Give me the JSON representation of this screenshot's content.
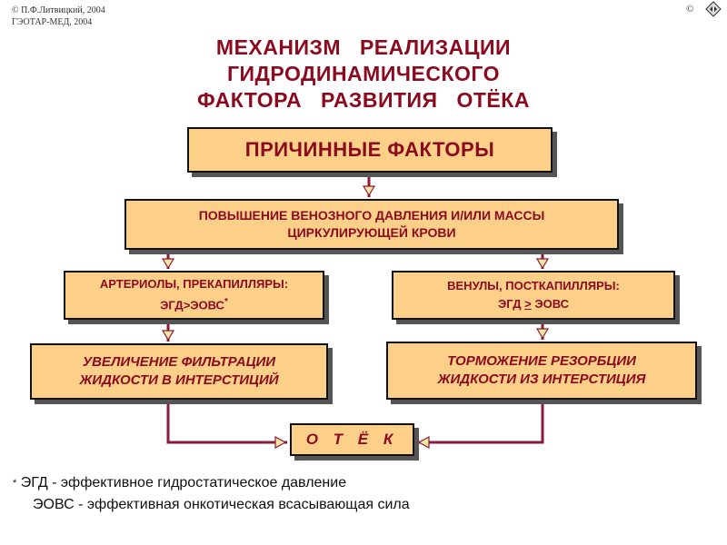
{
  "copyright": {
    "line1": "© П.Ф.Литвицкий, 2004",
    "line2": "ГЭОТАР-МЕД, 2004",
    "symbol": "©"
  },
  "title": {
    "line1": "МЕХАНИЗМ  РЕАЛИЗАЦИИ",
    "line2": "ГИДРОДИНАМИЧЕСКОГО",
    "line3": "ФАКТОРА  РАЗВИТИЯ  ОТЁКА"
  },
  "boxes": {
    "causes": "ПРИЧИННЫЕ  ФАКТОРЫ",
    "venous_line1": "ПОВЫШЕНИЕ  ВЕНОЗНОГО ДАВЛЕНИЯ  И/ИЛИ  МАССЫ",
    "venous_line2": "ЦИРКУЛИРУЮЩЕЙ  КРОВИ",
    "arterioles_line1": "АРТЕРИОЛЫ, ПРЕКАПИЛЛЯРЫ:",
    "arterioles_line2": "ЭГД>ЭОВС",
    "arterioles_star": "*",
    "venules_line1": "ВЕНУЛЫ, ПОСТКАПИЛЛЯРЫ:",
    "venules_line2_a": "ЭГД",
    "venules_line2_op": ">",
    "venules_line2_b": "ЭОВС",
    "filtration_line1": "УВЕЛИЧЕНИЕ  ФИЛЬТРАЦИИ",
    "filtration_line2": "ЖИДКОСТИ  В  ИНТЕРСТИЦИЙ",
    "resorption_line1": "ТОРМОЖЕНИЕ РЕЗОРБЦИИ",
    "resorption_line2": "ЖИДКОСТИ ИЗ ИНТЕРСТИЦИЯ",
    "edema": "О Т Ё К"
  },
  "footnote": {
    "star": "*",
    "line1": "ЭГД - эффективное гидростатическое давление",
    "line2": "ЭОВС - эффективная онкотическая всасывающая сила"
  },
  "colors": {
    "box_fill": "#fdd08a",
    "text_accent": "#8b0a1e",
    "connector": "#8b1a3a",
    "arrow_fill": "#f2e6a0"
  }
}
